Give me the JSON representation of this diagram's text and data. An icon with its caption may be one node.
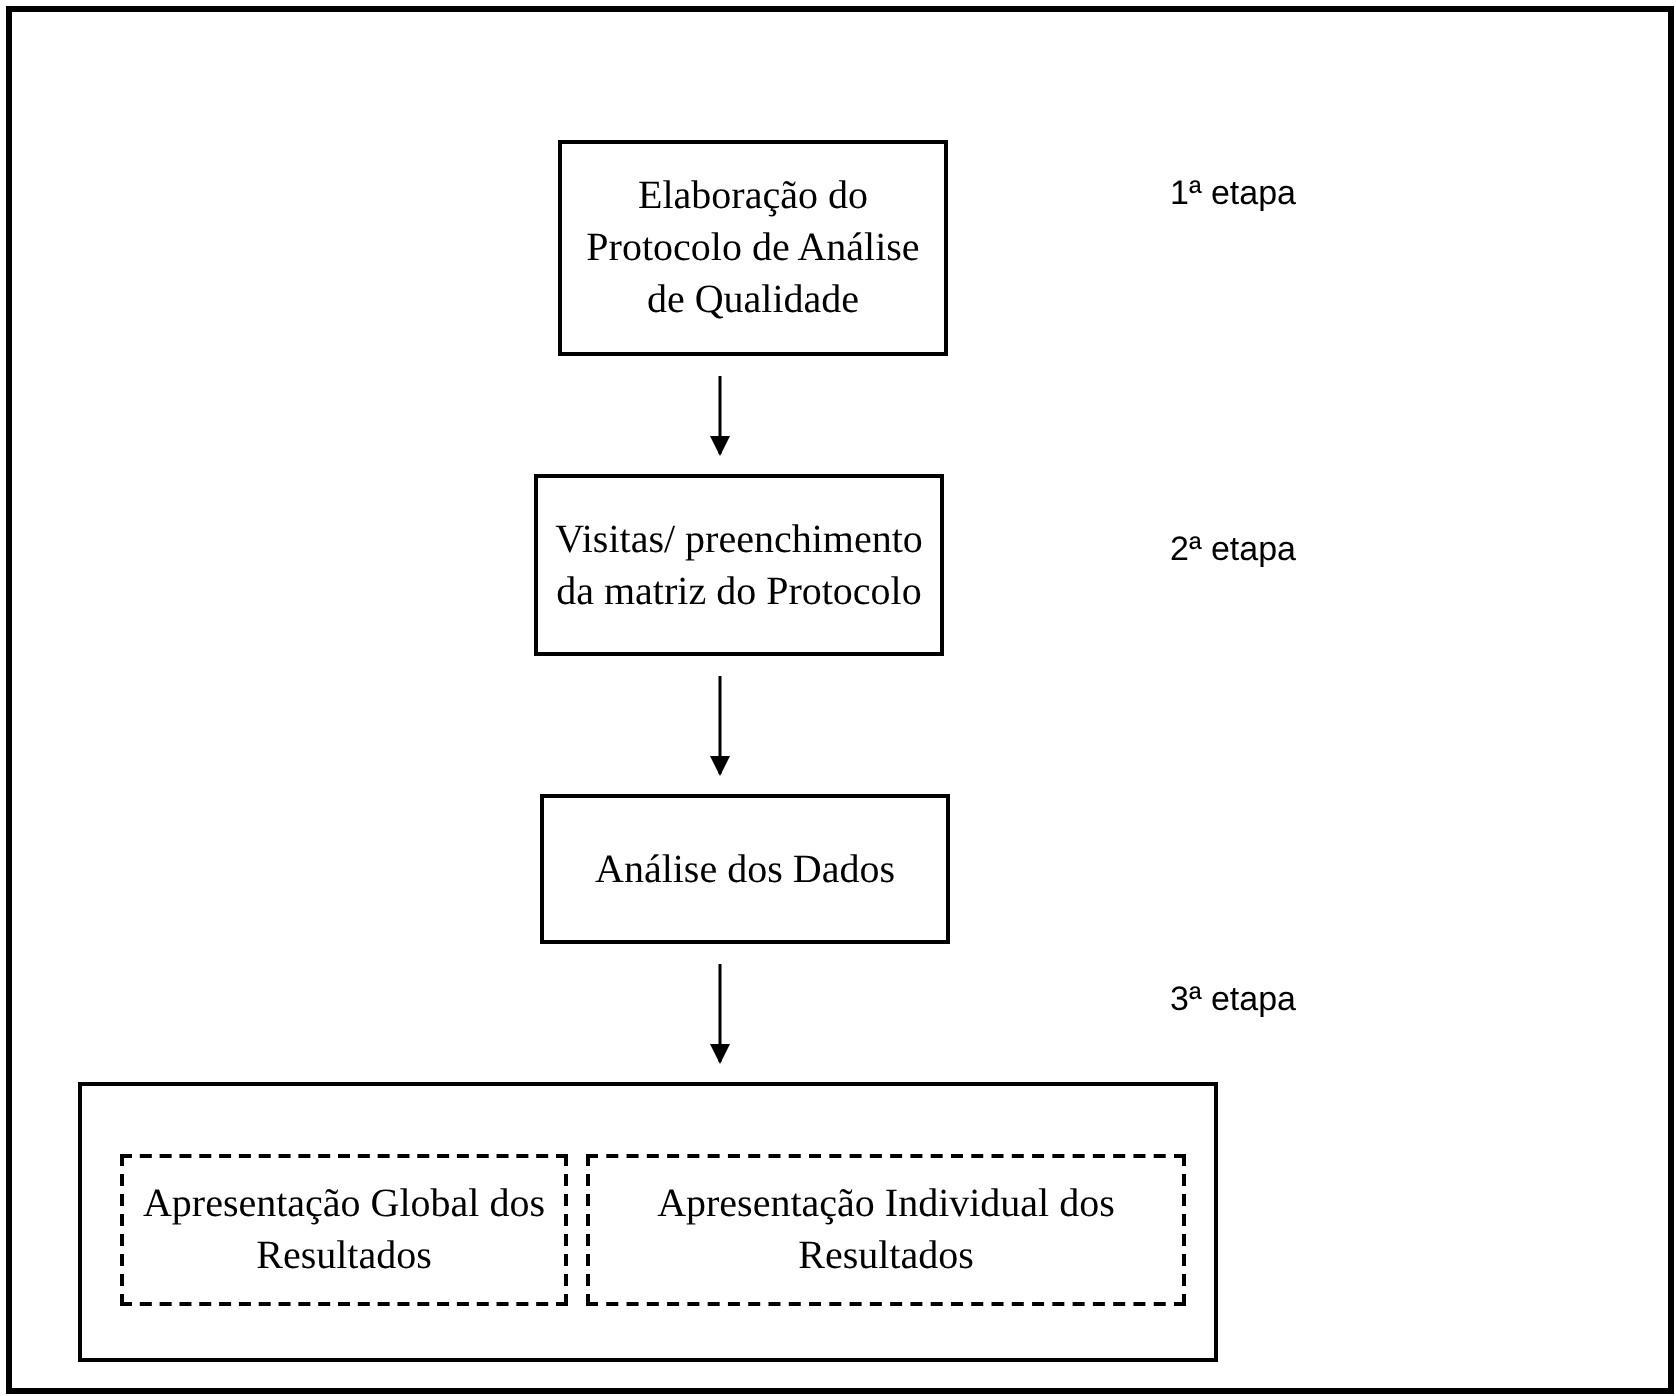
{
  "diagram": {
    "nodes": [
      {
        "text": [
          "Elaboração do Protocolo de Análise de Qualidade"
        ]
      },
      {
        "text": [
          "Visitas/ preenchimento da matriz do Protocolo"
        ]
      },
      {
        "text": [
          "Análise dos Dados"
        ]
      },
      {
        "text": [],
        "shape": "box"
      },
      {
        "text": [
          "Apresentação Global dos Resultados"
        ],
        "in": 3
      },
      {
        "text": [
          "Apresentação Individual dos Resultados"
        ],
        "in": 3
      }
    ],
    "edges": [
      {
        "from": 0,
        "to": 1,
        "arrow": "to"
      },
      {
        "from": 1,
        "to": 2,
        "arrow": "to"
      },
      {
        "from": 2,
        "to": 3,
        "arrow": "to"
      }
    ],
    "labels": [
      "1ª etapa",
      "2ª etapa",
      "3ª etapa"
    ]
  }
}
